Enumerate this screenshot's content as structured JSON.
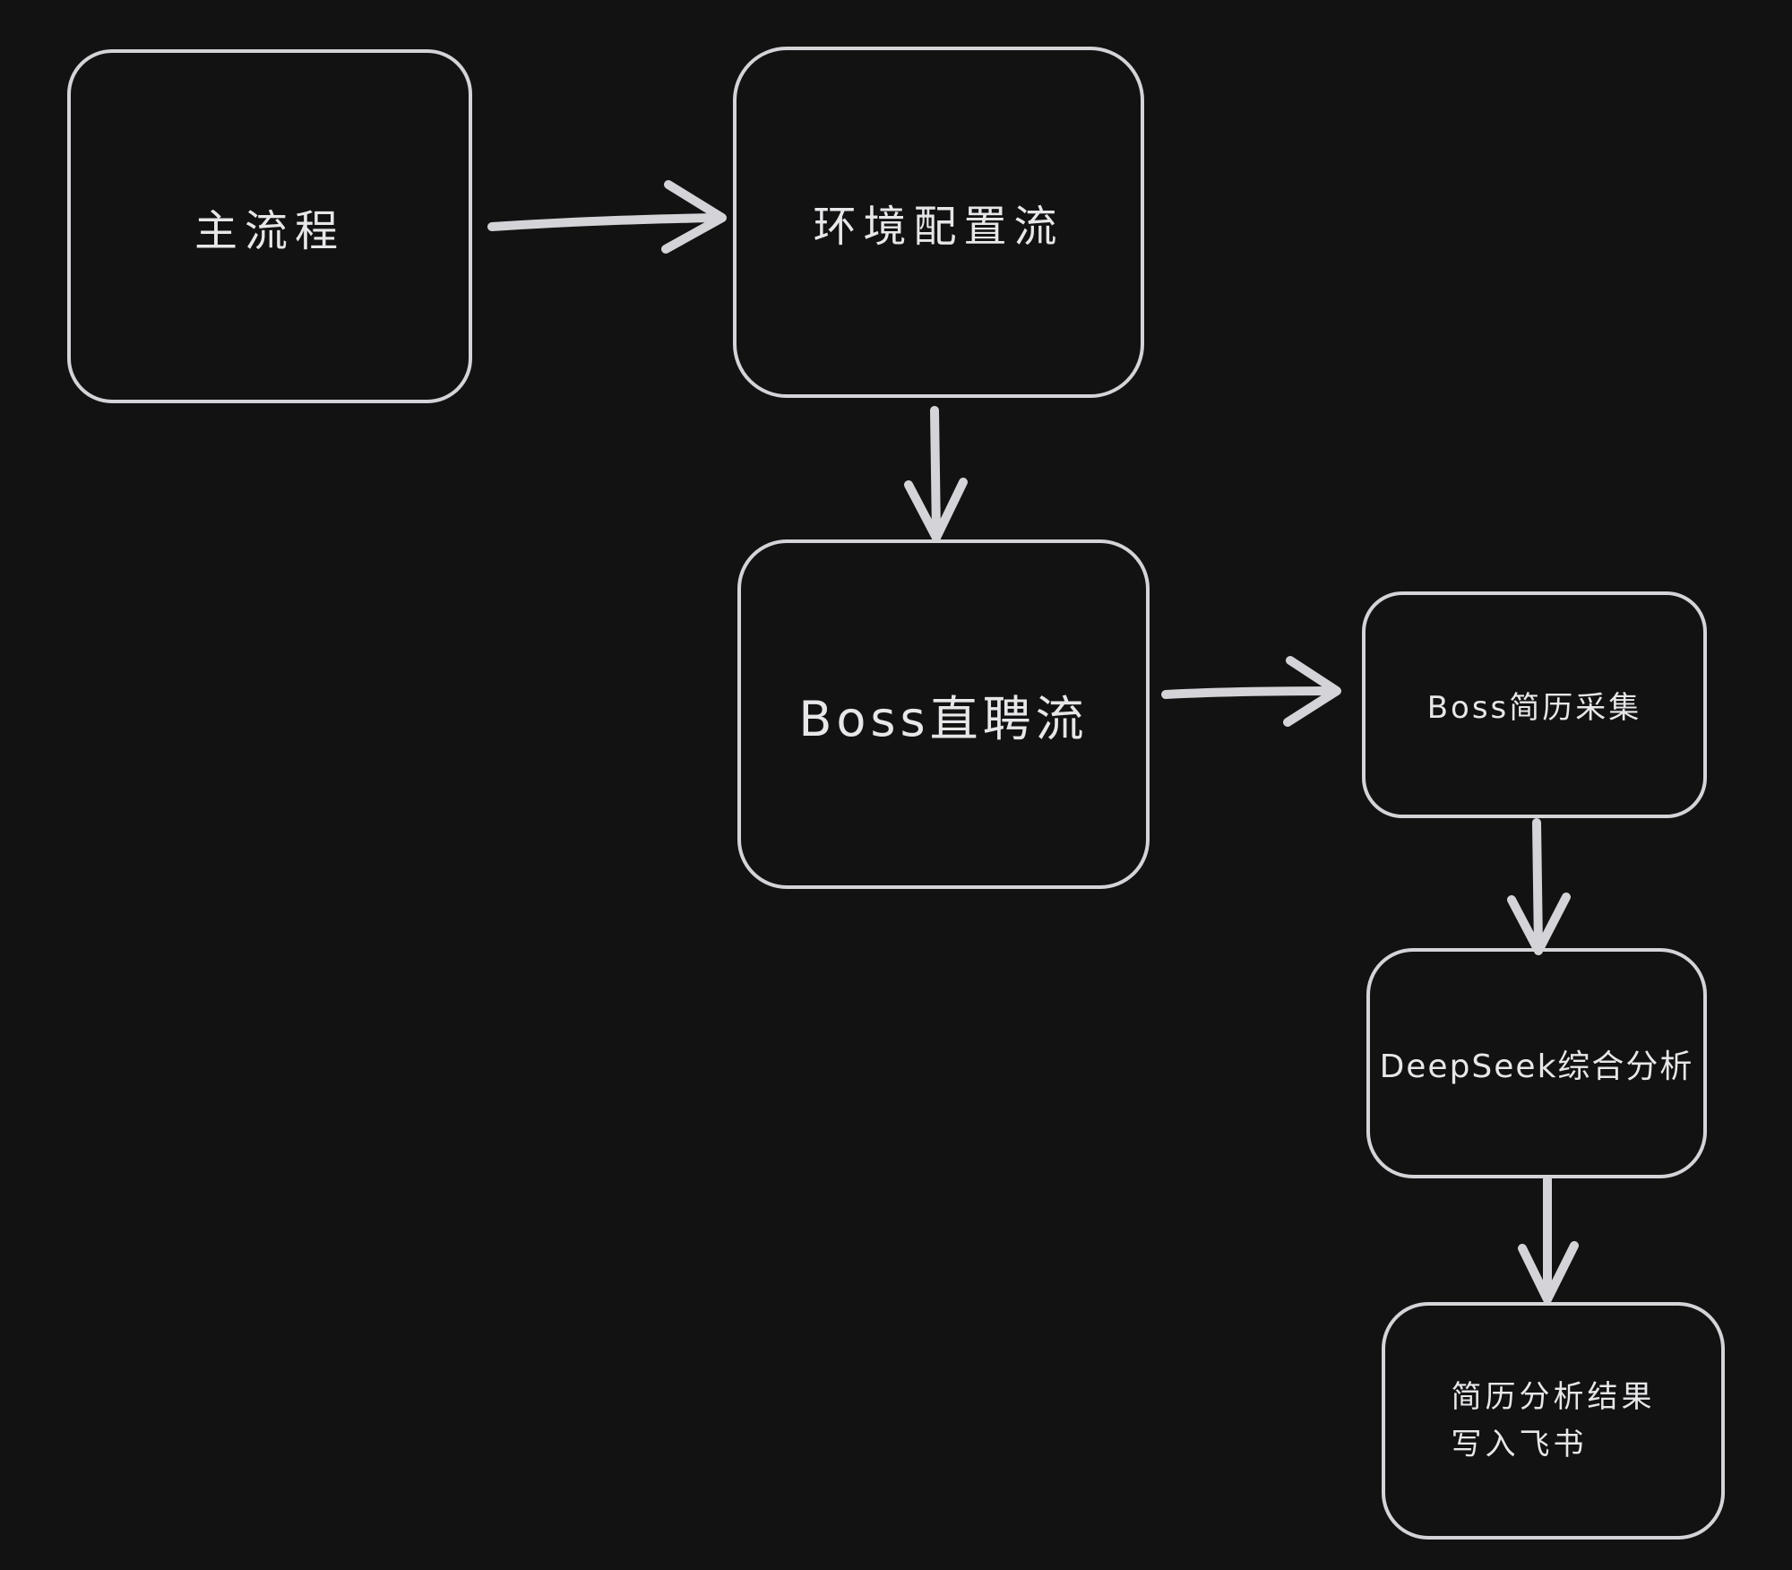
{
  "diagram": {
    "type": "flowchart",
    "style": "hand-drawn-whiteboard-dark",
    "background_color": "#121212",
    "stroke_color": "#d4d4d8",
    "text_color": "#e7e7ea",
    "nodes": [
      {
        "id": "main-process",
        "label": "主流程"
      },
      {
        "id": "env-config-flow",
        "label": "环境配置流"
      },
      {
        "id": "boss-zhipin-flow",
        "label": "Boss直聘流"
      },
      {
        "id": "boss-resume-collection",
        "label": "Boss简历采集"
      },
      {
        "id": "deepseek-analysis",
        "label": "DeepSeek综合分析"
      },
      {
        "id": "resume-result-to-feishu",
        "label": "简历分析结果\n写入飞书"
      }
    ],
    "edges": [
      {
        "from": "main-process",
        "to": "env-config-flow",
        "direction": "right"
      },
      {
        "from": "env-config-flow",
        "to": "boss-zhipin-flow",
        "direction": "down"
      },
      {
        "from": "boss-zhipin-flow",
        "to": "boss-resume-collection",
        "direction": "right"
      },
      {
        "from": "boss-resume-collection",
        "to": "deepseek-analysis",
        "direction": "down"
      },
      {
        "from": "deepseek-analysis",
        "to": "resume-result-to-feishu",
        "direction": "down"
      }
    ]
  }
}
